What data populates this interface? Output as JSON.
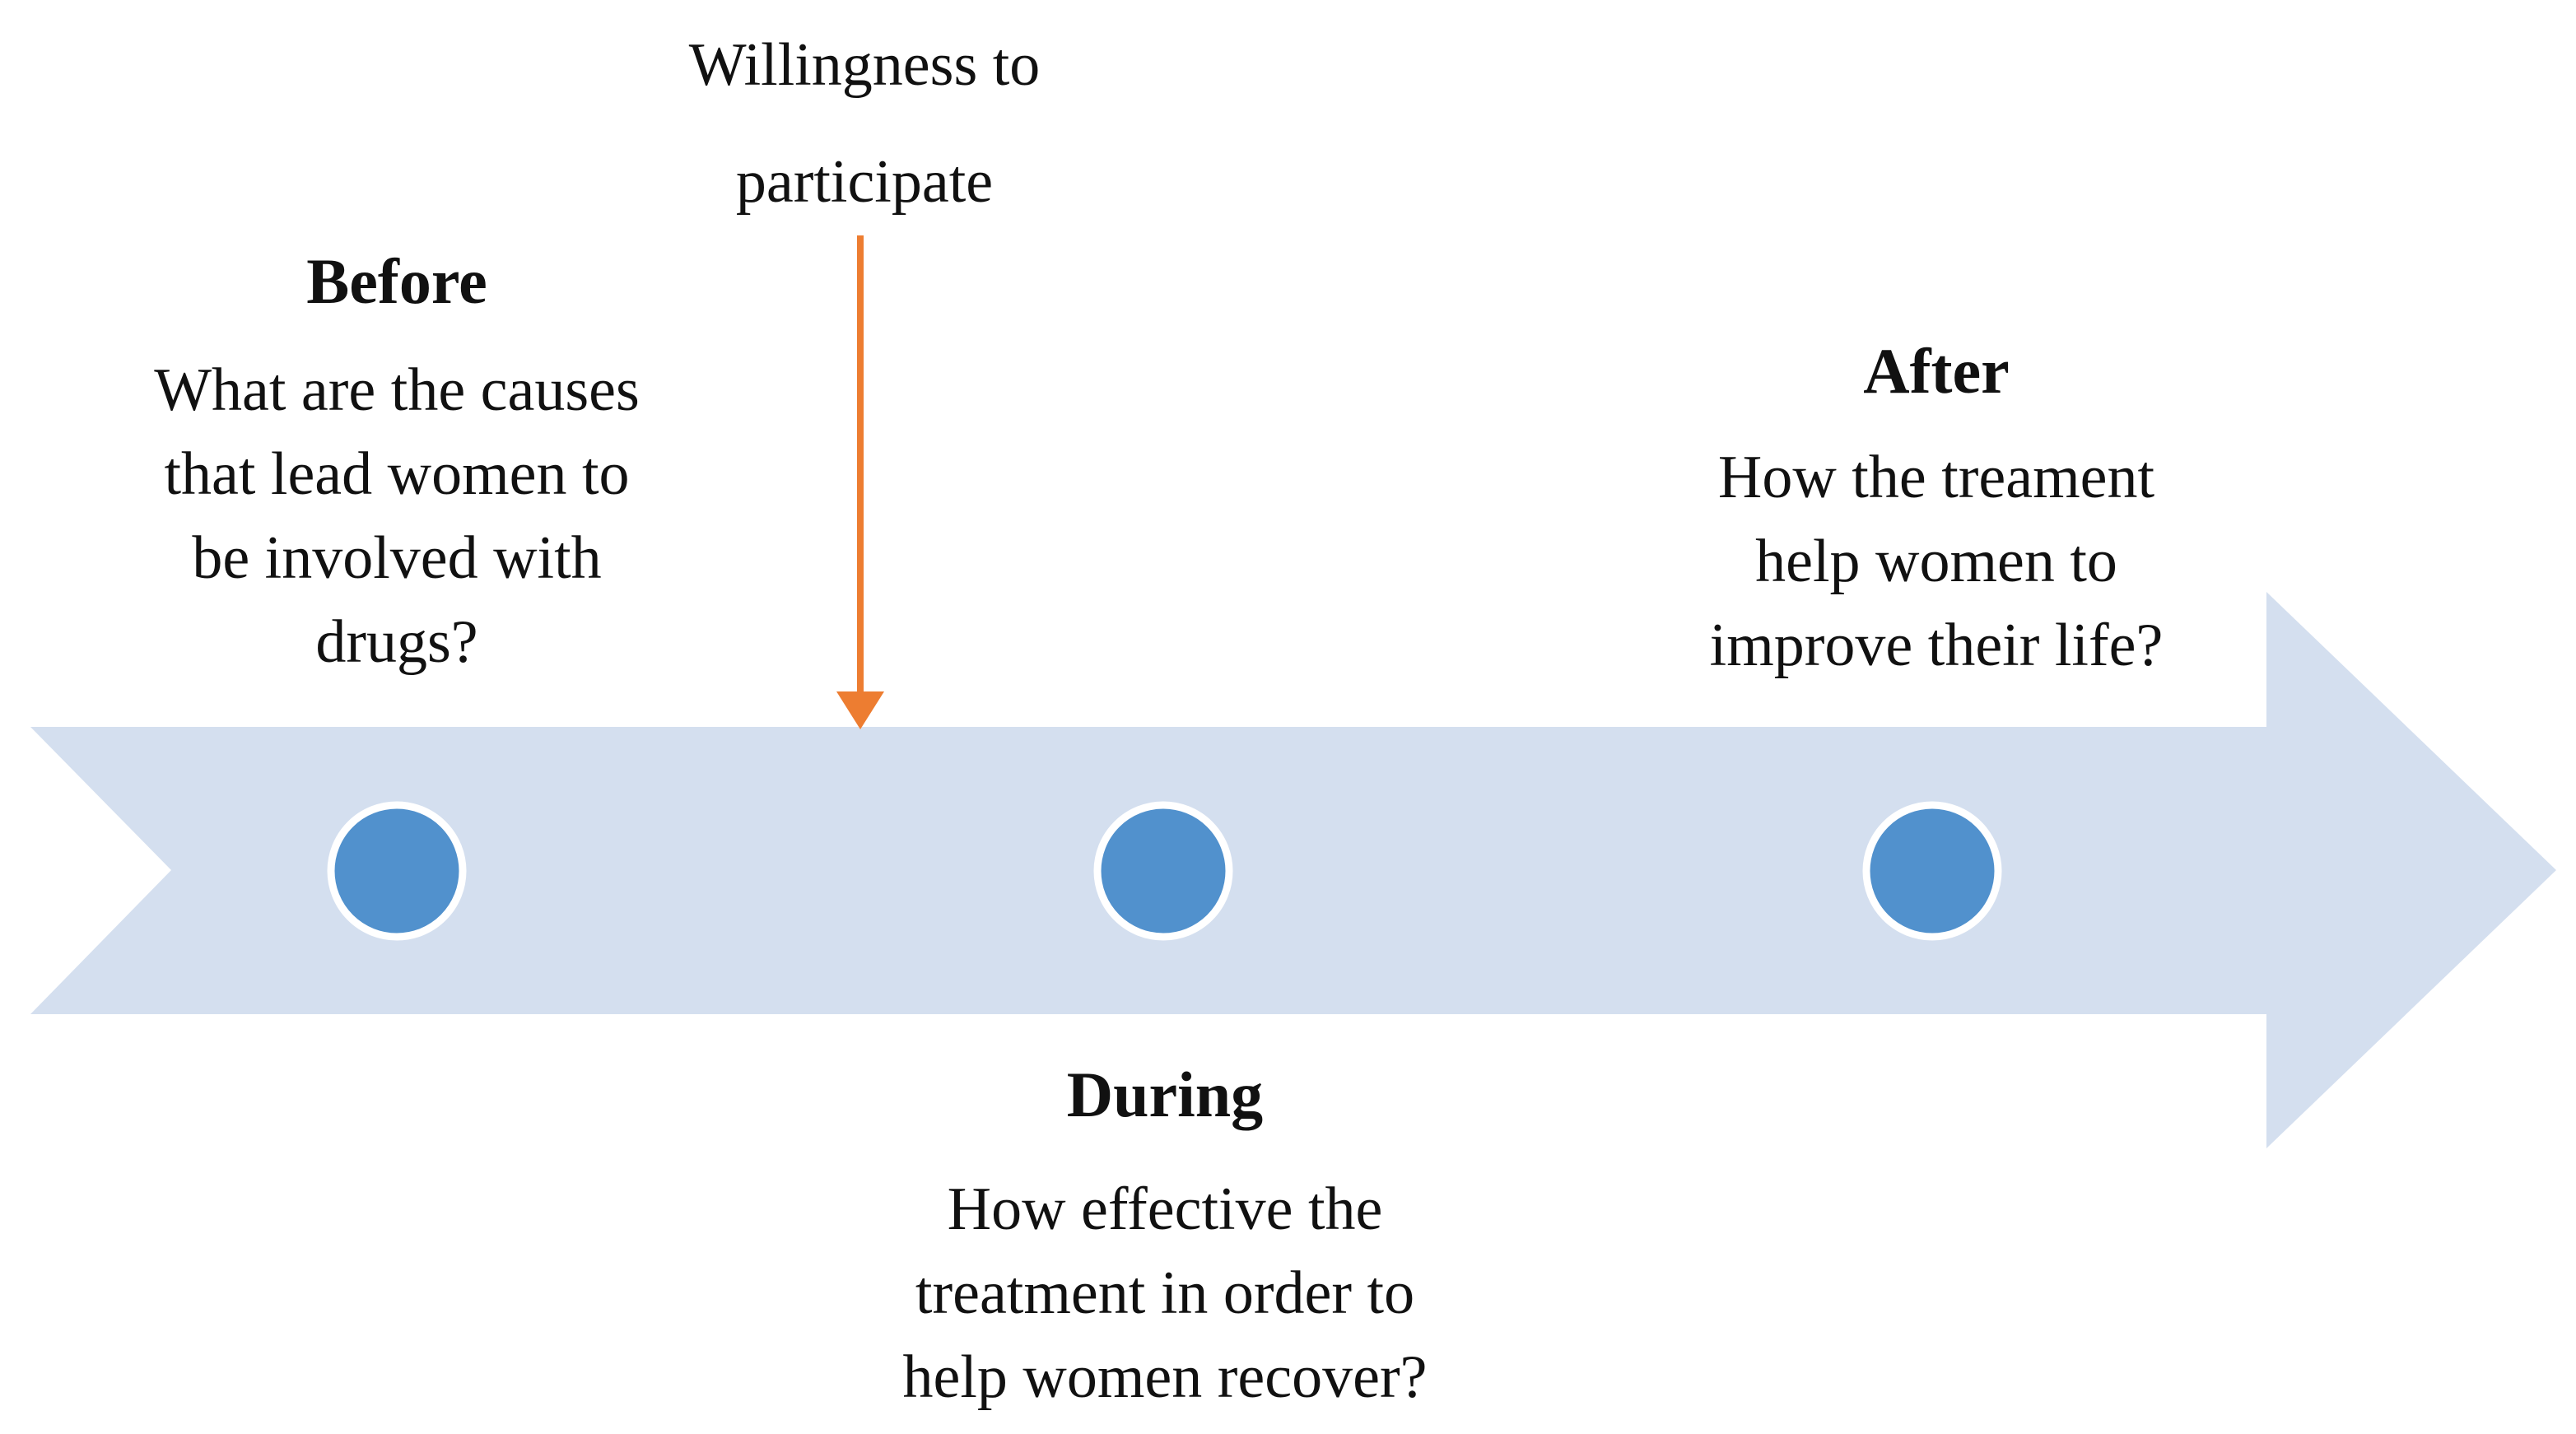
{
  "figure": {
    "kind": "timeline-process-diagram",
    "annotation": {
      "label": "Willingness to\nparticipate"
    },
    "stages": [
      {
        "id": "before",
        "title": "Before",
        "question": "What are the causes\nthat lead women to\nbe involved with\ndrugs?"
      },
      {
        "id": "during",
        "title": "During",
        "question": "How effective the\ntreatment in order to\nhelp women recover?"
      },
      {
        "id": "after",
        "title": "After",
        "question": "How the treament\nhelp women to\nimprove their life?"
      }
    ],
    "colors": {
      "band": "#d4dfef",
      "node_fill": "#5191cd",
      "node_ring": "#ffffff",
      "annotation_arrow": "#ed7d31",
      "text": "#111111"
    }
  }
}
